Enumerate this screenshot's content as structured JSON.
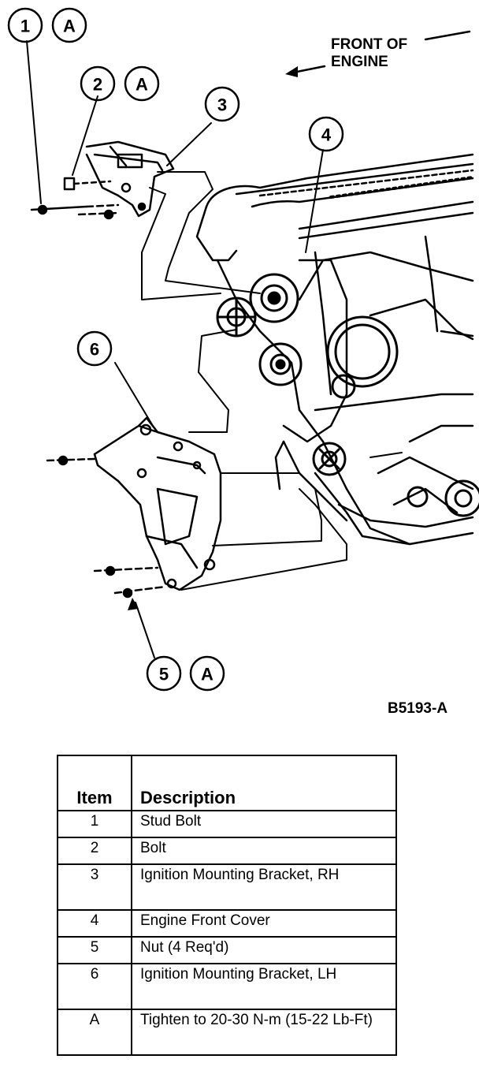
{
  "diagram": {
    "front_label_line1": "FRONT OF",
    "front_label_line2": "ENGINE",
    "callouts": [
      {
        "number": "1",
        "letter": "A"
      },
      {
        "number": "2",
        "letter": "A"
      },
      {
        "number": "3"
      },
      {
        "number": "4"
      },
      {
        "number": "5",
        "letter": "A"
      },
      {
        "number": "6"
      }
    ],
    "figure_id": "B5193-A"
  },
  "table": {
    "headers": {
      "item": "Item",
      "description": "Description"
    },
    "rows": [
      {
        "item": "1",
        "description": "Stud Bolt"
      },
      {
        "item": "2",
        "description": "Bolt"
      },
      {
        "item": "3",
        "description": "Ignition Mounting Bracket, RH"
      },
      {
        "item": "4",
        "description": "Engine Front Cover"
      },
      {
        "item": "5",
        "description": "Nut (4 Req'd)"
      },
      {
        "item": "6",
        "description": "Ignition Mounting Bracket, LH"
      },
      {
        "item": "A",
        "description": "Tighten to 20-30 N-m (15-22 Lb-Ft)"
      }
    ]
  }
}
